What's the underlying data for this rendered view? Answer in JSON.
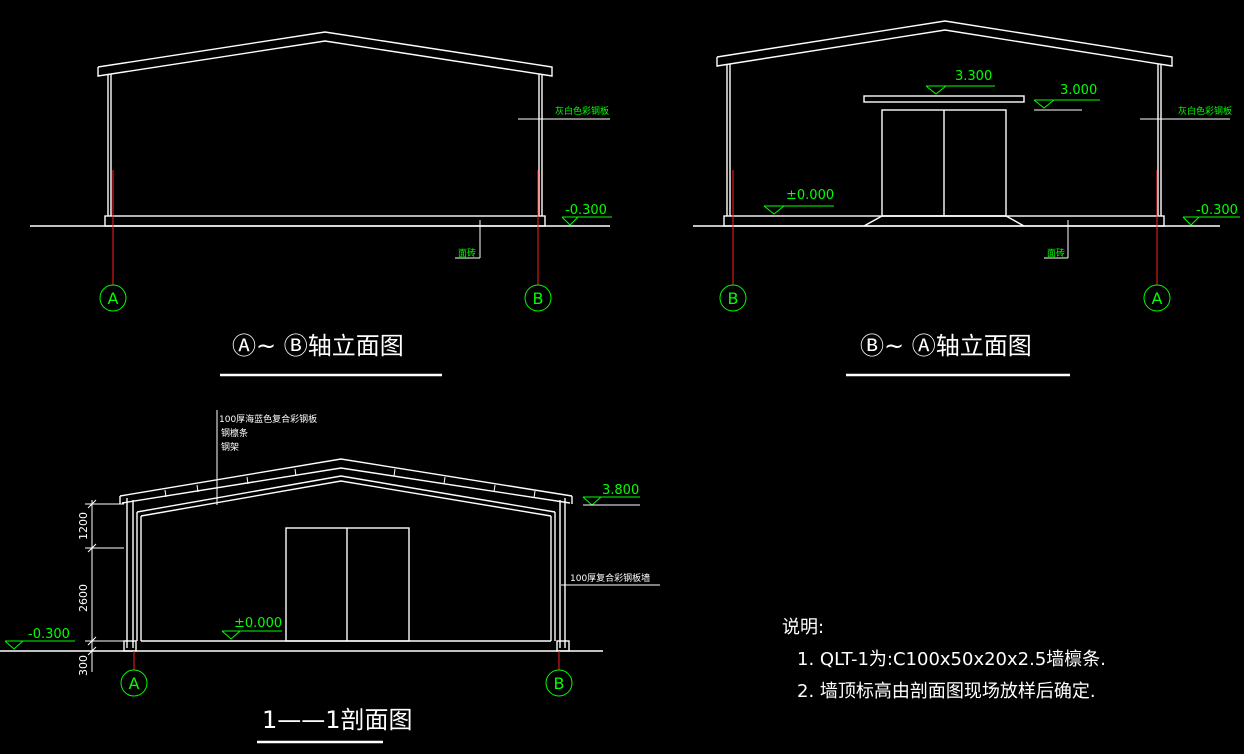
{
  "elevation_ab": {
    "title": "Ⓐ~ Ⓑ轴立面图",
    "axis_left": "A",
    "axis_right": "B",
    "level_outside": "-0.300",
    "label_cladding": "灰白色彩钢板",
    "label_floor": "面砖"
  },
  "elevation_ba": {
    "title": "Ⓑ~ Ⓐ轴立面图",
    "axis_left": "B",
    "axis_right": "A",
    "level_canopy": "3.300",
    "level_door": "3.000",
    "level_floor": "±0.000",
    "level_outside": "-0.300",
    "label_cladding": "灰白色彩钢板",
    "label_floor": "面砖"
  },
  "section": {
    "title": "1——1剖面图",
    "axis_left": "A",
    "axis_right": "B",
    "roof_labels": [
      "100厚海蓝色复合彩钢板",
      "钢檩条",
      "钢架"
    ],
    "wall_label": "100厚复合彩钢板墙",
    "level_eave": "3.800",
    "level_floor": "±0.000",
    "level_outside": "-0.300",
    "dims": [
      "1200",
      "2600",
      "300"
    ]
  },
  "notes": {
    "heading": "说明:",
    "items": [
      "1. QLT-1为:C100x50x20x2.5墙檩条.",
      "2. 墙顶标高由剖面图现场放样后确定."
    ]
  }
}
